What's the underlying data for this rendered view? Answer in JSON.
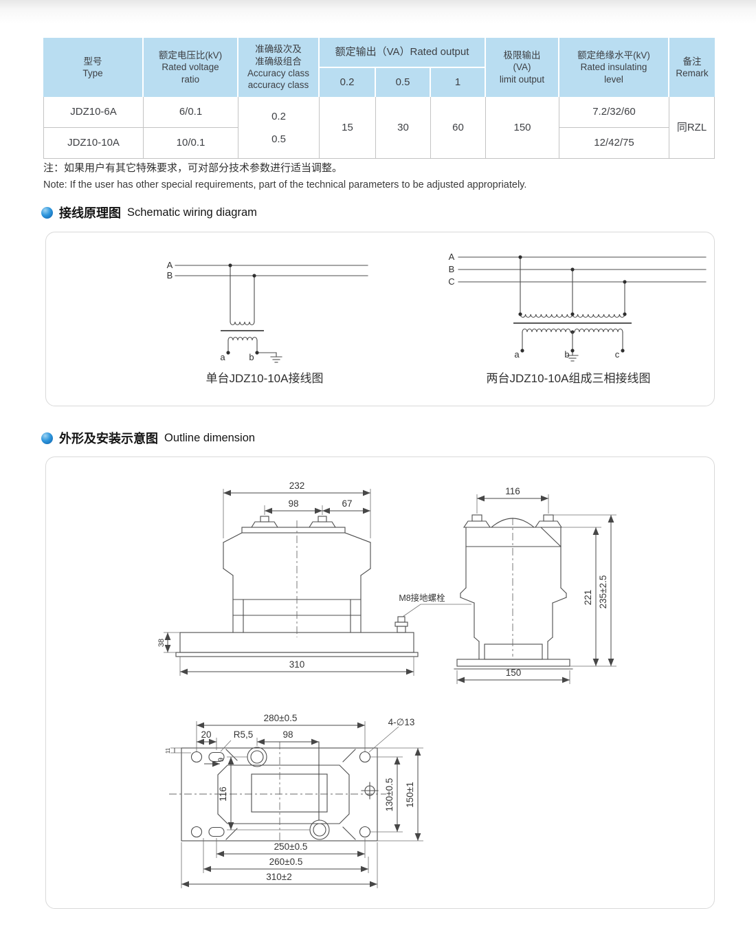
{
  "table": {
    "headers": {
      "type": "型号\nType",
      "ratio": "额定电压比(kV)\nRated voltage\nratio",
      "accuracy": "准确级次及\n准确级组合\nAccuracy class\naccuracy class",
      "output": "额定输出（VA）Rated output",
      "output_sub": [
        "0.2",
        "0.5",
        "1"
      ],
      "limit": "极限输出\n(VA)\nlimit output",
      "insulation": "额定绝缘水平(kV)\nRated insulating\nlevel",
      "remark": "备注\nRemark"
    },
    "rows": [
      {
        "type": "JDZ10-6A",
        "ratio": "6/0.1",
        "insulation": "7.2/32/60"
      },
      {
        "type": "JDZ10-10A",
        "ratio": "10/0.1",
        "insulation": "12/42/75"
      }
    ],
    "merged": {
      "accuracy": "0.2\n0.5",
      "out02": "15",
      "out05": "30",
      "out1": "60",
      "limit": "150",
      "remark": "同RZL"
    }
  },
  "note": {
    "cn": "注：如果用户有其它特殊要求，可对部分技术参数进行适当调整。",
    "en": "Note: If the user has other special requirements, part of the technical  parameters to be adjusted appropriately."
  },
  "sections": {
    "wiring": {
      "cn": "接线原理图",
      "en": "Schematic wiring diagram"
    },
    "outline": {
      "cn": "外形及安装示意图",
      "en": "Outline dimension"
    }
  },
  "wiring": {
    "single": {
      "phases": [
        "A",
        "B"
      ],
      "terminals": [
        "a",
        "b"
      ],
      "caption": "单台JDZ10-10A接线图"
    },
    "three": {
      "phases": [
        "A",
        "B",
        "C"
      ],
      "terminals": [
        "a",
        "b",
        "c"
      ],
      "caption": "两台JDZ10-10A组成三相接线图"
    }
  },
  "outline": {
    "front": {
      "w_total": "232",
      "w_terminals": "98",
      "w_edge": "67",
      "w_base": "310",
      "h_base": "38",
      "ground_label": "M8接地螺栓"
    },
    "side": {
      "w_terminals": "116",
      "h_body": "221",
      "h_total": "235±2.5",
      "w_base": "150"
    },
    "plan": {
      "w_280": "280±0.5",
      "slot_20": "20",
      "radius": "R5,5",
      "w_98": "98",
      "holes": "4-∅13",
      "h_116": "116",
      "d_9": "9",
      "d_11": "11",
      "h_130": "130±0.5",
      "h_150": "150±1",
      "w_250": "250±0.5",
      "w_260": "260±0.5",
      "w_310": "310±2"
    }
  },
  "colors": {
    "header_bg": "#b9ddf1",
    "accent_bullet": "#1e88d2",
    "line": "#4b4b4b"
  }
}
